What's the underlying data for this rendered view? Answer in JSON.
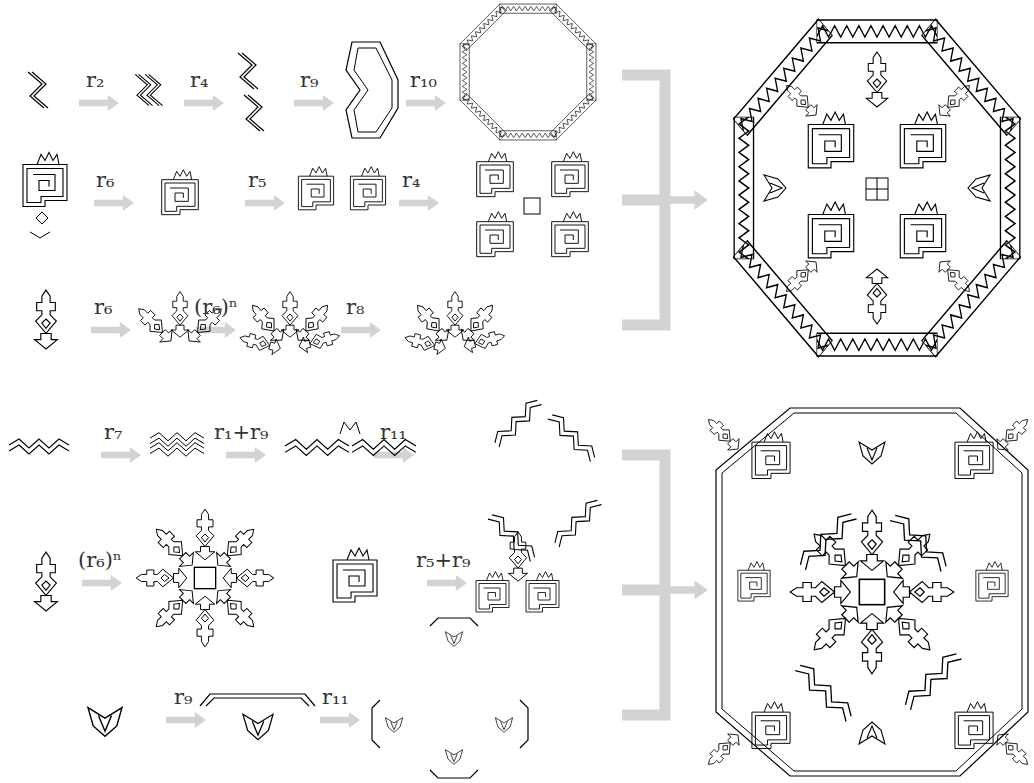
{
  "diagram": {
    "labels": [
      "r₂",
      "r₄",
      "r₉",
      "r₁₀",
      "r₆",
      "r₅",
      "r₄",
      "r₆",
      "(r₆)ⁿ",
      "r₈",
      "r₇",
      "r₁+r₉",
      "r₁₁",
      "(r₆)ⁿ",
      "r₅+r₉",
      "r₉",
      "r₁₁"
    ]
  }
}
